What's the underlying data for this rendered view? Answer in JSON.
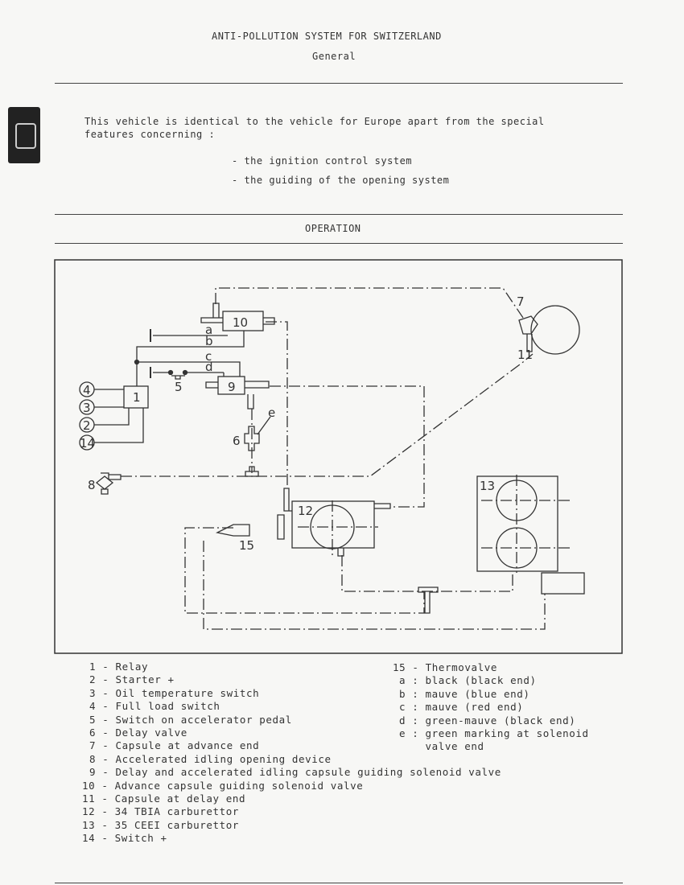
{
  "header": {
    "title": "ANTI-POLLUTION SYSTEM FOR SWITZERLAND",
    "subtitle": "General"
  },
  "intro": {
    "text_line1": "This vehicle is identical to the vehicle for Europe apart from the special",
    "text_line2": "features concerning :",
    "bullets": [
      "- the ignition control system",
      "- the guiding of the opening system"
    ]
  },
  "section": {
    "title": "OPERATION"
  },
  "diagram": {
    "labels": {
      "c1": "1",
      "c2": "2",
      "c3": "3",
      "c4": "4",
      "c5": "5",
      "c6": "6",
      "c7": "7",
      "c8": "8",
      "c9": "9",
      "c10": "10",
      "c11": "11",
      "c12": "12",
      "c13": "13",
      "c14": "14",
      "c15": "15",
      "a": "a",
      "b": "b",
      "c": "c",
      "d": "d",
      "e": "e"
    }
  },
  "legend": {
    "left": [
      "1 - Relay",
      "2 - Starter +",
      "3 - Oil temperature switch",
      "4 - Full load switch",
      "5 - Switch on accelerator pedal",
      "6 - Delay valve",
      "7 - Capsule at advance end",
      "8 - Accelerated idling opening device",
      "9 - Delay and accelerated idling capsule guiding solenoid valve",
      "10 - Advance capsule guiding solenoid valve",
      "11 - Capsule at delay end",
      "12 - 34 TBIA carburettor",
      "13 - 35 CEEI carburettor",
      "14 - Switch +"
    ],
    "right": [
      "15 - Thermovalve",
      "a : black (black end)",
      "b : mauve (blue end)",
      "c : mauve (red end)",
      "d : green-mauve (black end)",
      "e : green marking at solenoid",
      "    valve end"
    ]
  }
}
